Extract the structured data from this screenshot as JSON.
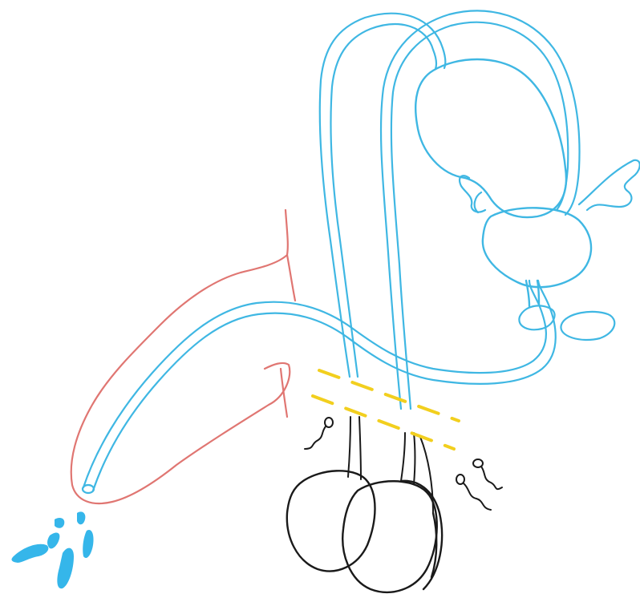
{
  "diagram": {
    "colors": {
      "duct": "#3fb7e3",
      "penis_outline": "#e07672",
      "testis_outline": "#1a1a1a",
      "cut_marks": "#f2cf1e",
      "fluid": "#35b6ea",
      "background": "#ffffff"
    },
    "parts": [
      "penis-outline",
      "urethra",
      "vas-deferens-left",
      "vas-deferens-right",
      "seminal-vesicle",
      "prostate",
      "bulbourethral-gland",
      "bladder-lobe",
      "testis-left",
      "testis-right",
      "cut-marks",
      "sperm-cells",
      "ejaculate-drops"
    ]
  }
}
